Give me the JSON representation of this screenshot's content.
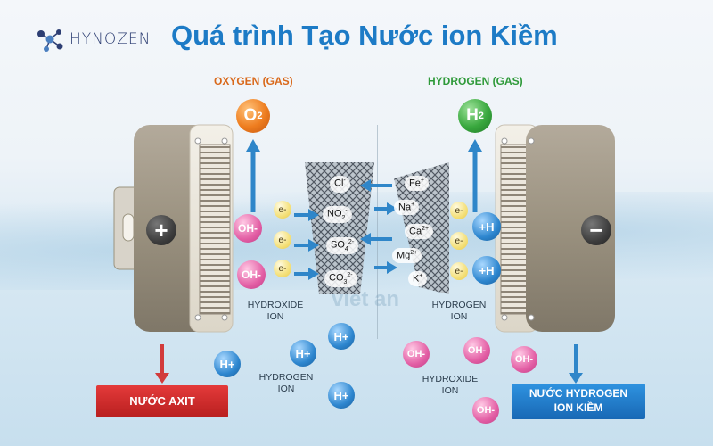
{
  "brand": {
    "name": "HYNOZEN"
  },
  "title": "Quá trình Tạo Nước ion Kiềm",
  "watermark": "viet an",
  "gases": {
    "oxygen": {
      "label": "OXYGEN (GAS)",
      "symbol": "O",
      "sub": "2"
    },
    "hydrogen": {
      "label": "HYDROGEN (GAS)",
      "symbol": "H",
      "sub": "2"
    }
  },
  "electrodes": {
    "anode": "+",
    "cathode": "−"
  },
  "ions_left_mesh": [
    {
      "base": "Cl",
      "sub": "",
      "sup": "-"
    },
    {
      "base": "NO",
      "sub": "2",
      "sup": "-"
    },
    {
      "base": "SO",
      "sub": "4",
      "sup": "2-"
    },
    {
      "base": "CO",
      "sub": "3",
      "sup": "2-"
    }
  ],
  "ions_right_mesh": [
    {
      "base": "Fe",
      "sub": "",
      "sup": "+"
    },
    {
      "base": "Na",
      "sub": "",
      "sup": "+"
    },
    {
      "base": "Ca",
      "sub": "",
      "sup": "2+"
    },
    {
      "base": "Mg",
      "sub": "",
      "sup": "2+"
    },
    {
      "base": "K",
      "sub": "",
      "sup": "+"
    }
  ],
  "electron": "e-",
  "oh_label": "OH-",
  "h_plus_label": "H+",
  "plus_h_label": "+H",
  "labels": {
    "hydroxide_ion_left": "HYDROXIDE\nION",
    "hydrogen_ion_right": "HYDROGEN\nION",
    "hydrogen_ion_bottom": "HYDROGEN\nION",
    "hydroxide_ion_bottom": "HYDROXIDE\nION"
  },
  "outputs": {
    "acid": "NƯỚC AXIT",
    "alkaline": "NƯỚC HYDROGEN\nION KIỀM"
  },
  "colors": {
    "title": "#1d7bc6",
    "oxygen": "#d9691b",
    "hydrogen": "#2f9a3a",
    "acid_box": "#d52a2a",
    "alkaline_box": "#1e7fd0",
    "arrow_blue": "#2f86c9",
    "arrow_red": "#d23b3b"
  }
}
